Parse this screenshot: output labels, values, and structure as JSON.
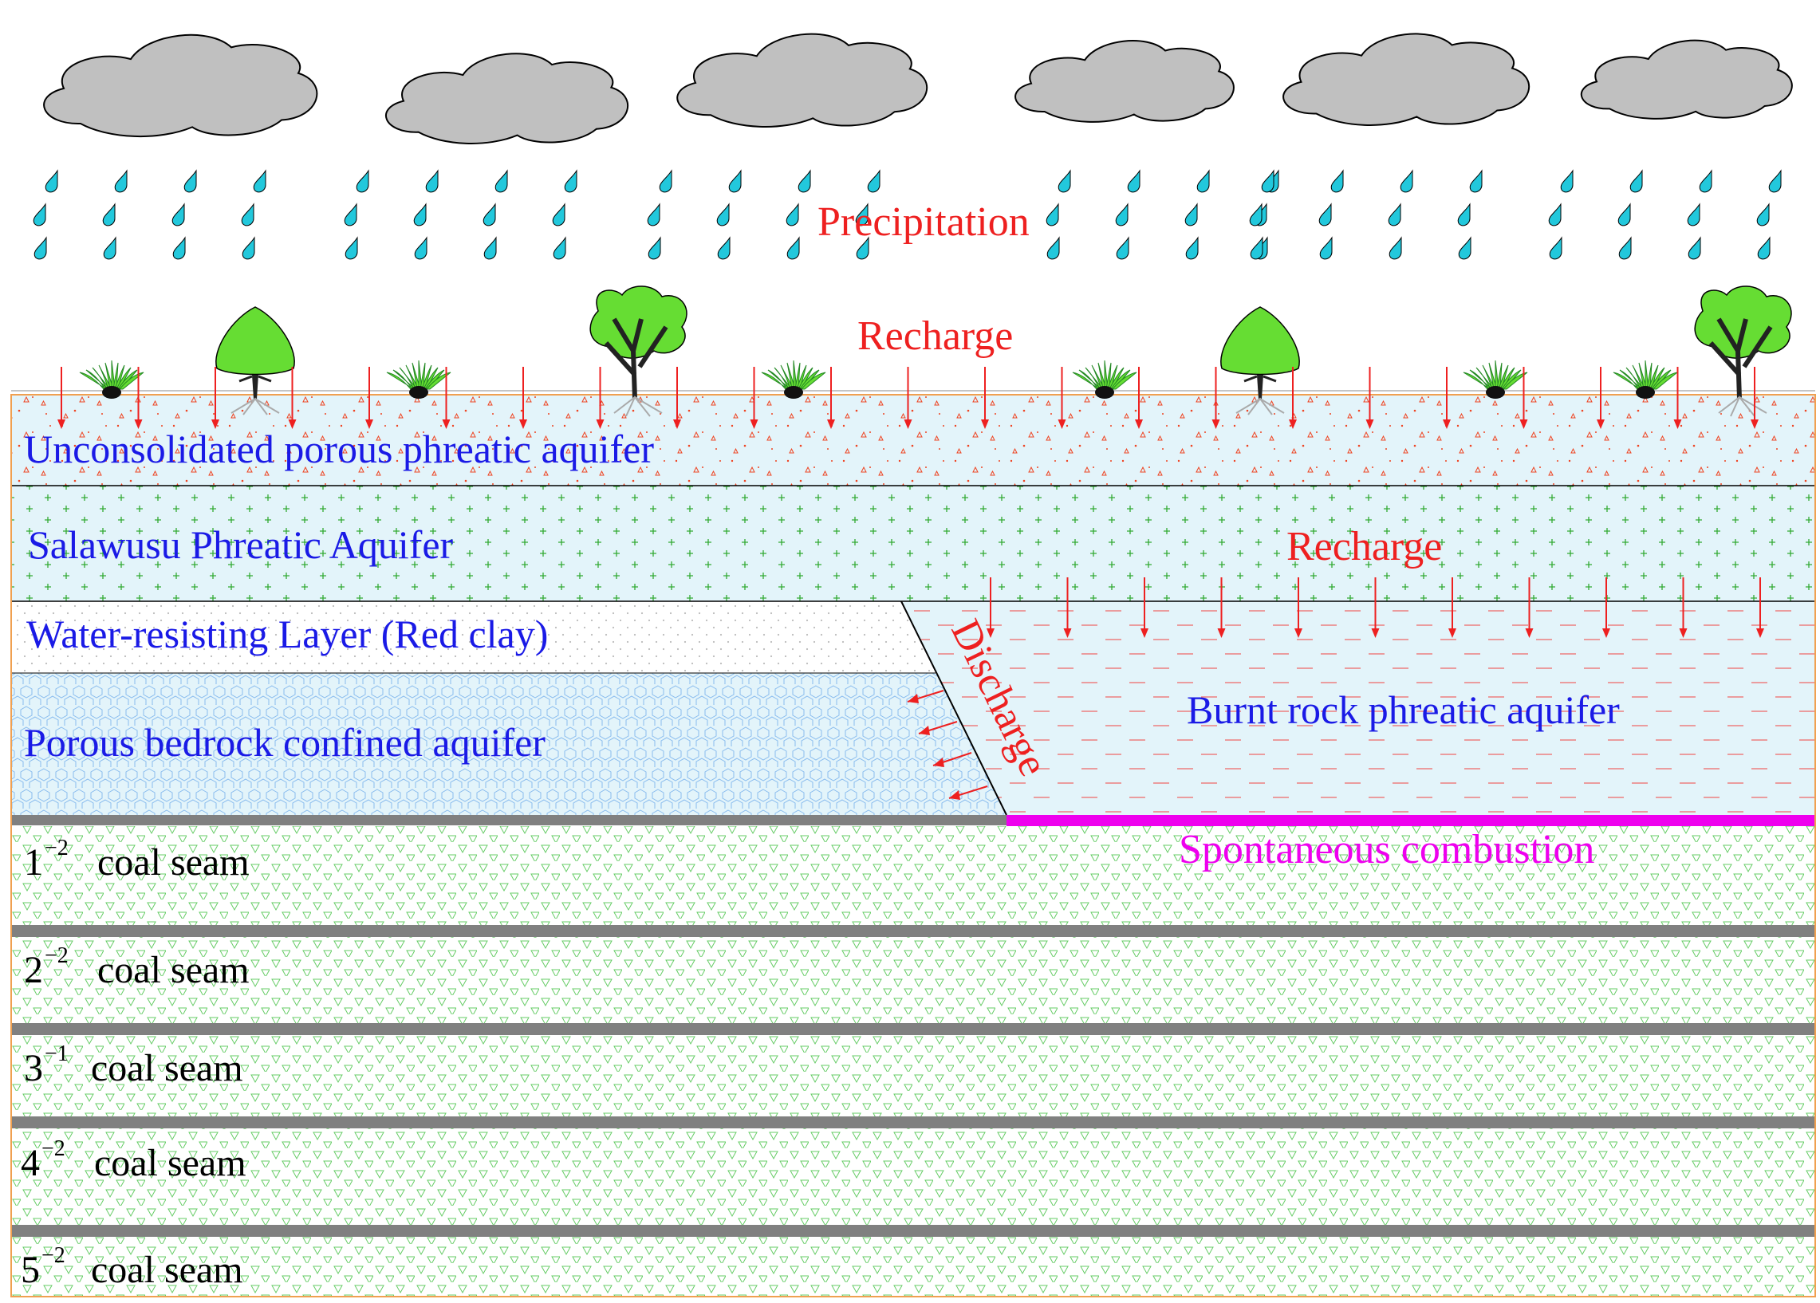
{
  "labels": {
    "precipitation": "Precipitation",
    "recharge_top": "Recharge",
    "recharge_mid": "Recharge",
    "discharge": "Discharge",
    "spontaneous": "Spontaneous combustion"
  },
  "layers": {
    "unconsolidated": "Unconsolidated porous  phreatic aquifer",
    "salawusu": "Salawusu Phreatic Aquifer",
    "water_resisting": "Water-resisting Layer (Red clay)",
    "porous_bedrock": "Porous bedrock confined aquifer",
    "burnt_rock": "Burnt rock phreatic aquifer"
  },
  "coal_seams": [
    {
      "num": "1",
      "sup": "−2",
      "text": "coal seam"
    },
    {
      "num": "2",
      "sup": "−2",
      "text": "coal seam"
    },
    {
      "num": "3",
      "sup": "−1",
      "text": "coal seam"
    },
    {
      "num": "4",
      "sup": "−2",
      "text": "coal seam"
    },
    {
      "num": "5",
      "sup": "−2",
      "text": "coal seam"
    }
  ],
  "icons": [
    "cloud-icon",
    "raindrop-icon",
    "tree-icon",
    "grass-icon",
    "arrow-down-icon"
  ],
  "colors": {
    "aquifer": "#e3f4fa",
    "arrow": "#ee2020",
    "label_blue": "#1a1ae6",
    "combustion": "#ee00ee",
    "coal": "#808080",
    "cloud": "#c0c0c0",
    "rain": "#22c8dc",
    "vegetation": "#66dd33",
    "frame": "#f0a050"
  }
}
